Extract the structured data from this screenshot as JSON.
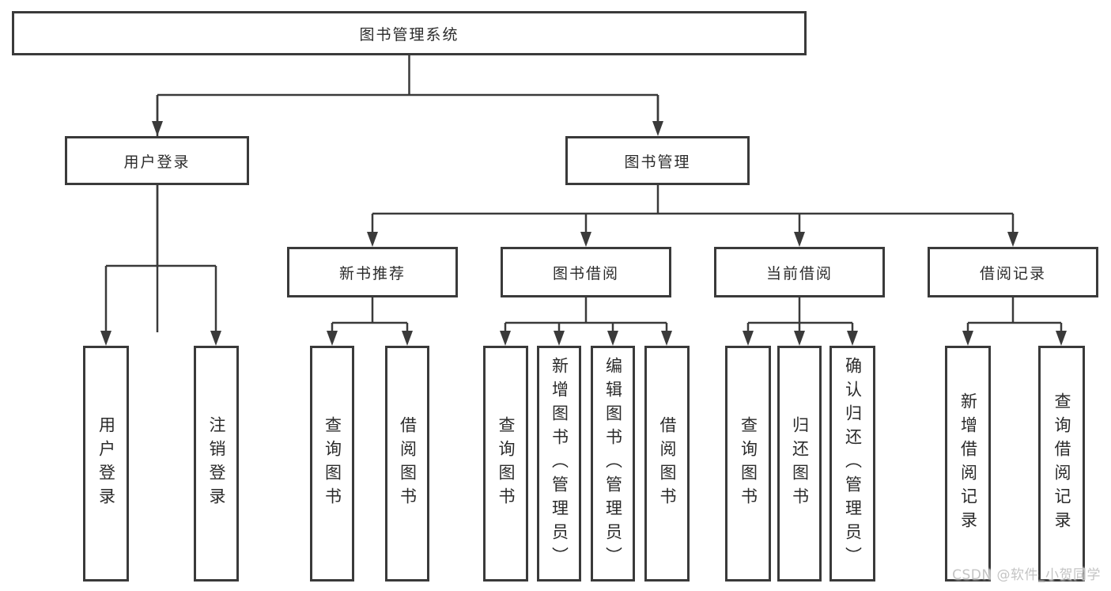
{
  "diagram": {
    "root": {
      "label": "图书管理系统"
    },
    "level2": [
      {
        "label": "用户登录",
        "children": [
          {
            "label": "用户登录"
          },
          {
            "label": "注销登录"
          }
        ]
      },
      {
        "label": "图书管理",
        "sections": [
          {
            "label": "新书推荐",
            "children": [
              {
                "label": "查询图书"
              },
              {
                "label": "借阅图书"
              }
            ]
          },
          {
            "label": "图书借阅",
            "children": [
              {
                "label": "查询图书"
              },
              {
                "label": "新增图书（管理员）"
              },
              {
                "label": "编辑图书（管理员）"
              },
              {
                "label": "借阅图书"
              }
            ]
          },
          {
            "label": "当前借阅",
            "children": [
              {
                "label": "查询图书"
              },
              {
                "label": "归还图书"
              },
              {
                "label": "确认归还（管理员）"
              }
            ]
          },
          {
            "label": "借阅记录",
            "children": [
              {
                "label": "新增借阅记录"
              },
              {
                "label": "查询借阅记录"
              }
            ]
          }
        ]
      }
    ]
  },
  "watermark": {
    "text": "CSDN @软件_小贺同学"
  },
  "colors": {
    "line": "#3a3a3a",
    "text": "#2b2b2b",
    "watermark": "#c4c4c4",
    "background": "#ffffff"
  }
}
